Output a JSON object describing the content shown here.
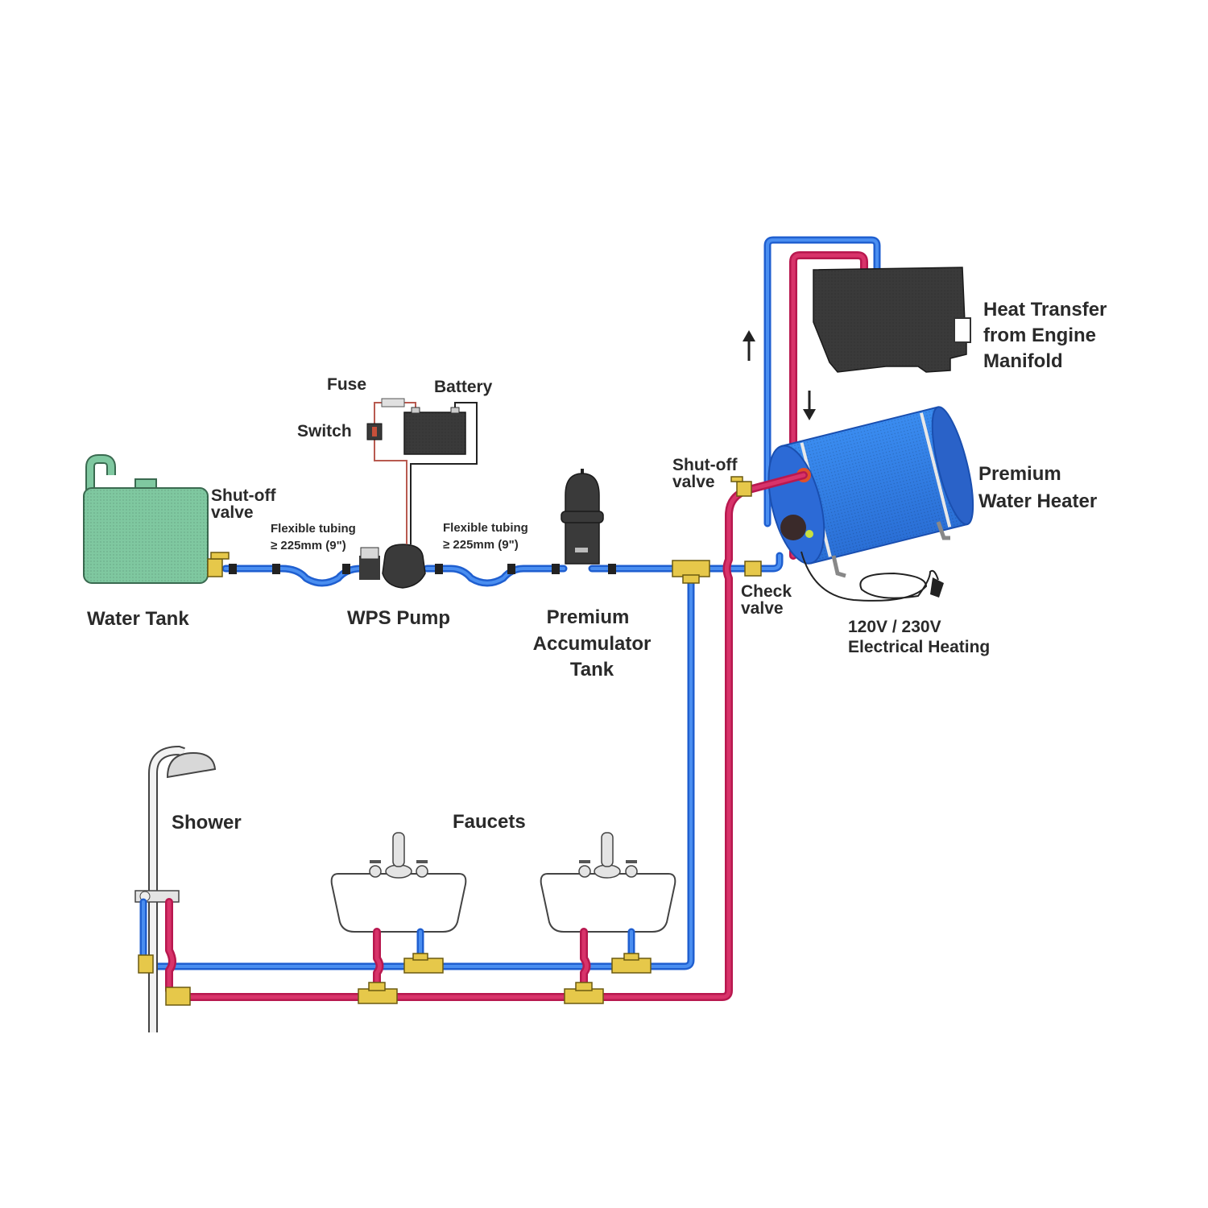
{
  "diagram": {
    "title": "Marine water system plumbing diagram",
    "colors": {
      "cold_line": "#1f5fd0",
      "hot_line": "#b8184f",
      "fitting": "#e6c84a",
      "water_tank": "#7fc8a0",
      "heater": "#2f7be0",
      "engine": "#4a4a4a"
    },
    "components": {
      "water_tank": {
        "label": "Water Tank"
      },
      "tank_valve": {
        "label_line1": "Shut-off",
        "label_line2": "valve"
      },
      "tubing_left": {
        "label_line1": "Flexible tubing",
        "label_line2": "≥ 225mm (9\")"
      },
      "tubing_right": {
        "label_line1": "Flexible tubing",
        "label_line2": "≥ 225mm (9\")"
      },
      "pump": {
        "label": "WPS Pump"
      },
      "fuse": {
        "label": "Fuse"
      },
      "battery": {
        "label": "Battery"
      },
      "switch": {
        "label": "Switch"
      },
      "accumulator": {
        "label_line1": "Premium",
        "label_line2": "Accumulator",
        "label_line3": "Tank"
      },
      "heater_valve": {
        "label_line1": "Shut-off",
        "label_line2": "valve"
      },
      "check_valve": {
        "label_line1": "Check",
        "label_line2": "valve"
      },
      "water_heater": {
        "label_line1": "Premium",
        "label_line2": "Water Heater"
      },
      "engine": {
        "label_line1": "Heat Transfer",
        "label_line2": "from Engine",
        "label_line3": "Manifold"
      },
      "electrical": {
        "label_line1": "120V / 230V",
        "label_line2": "Electrical Heating"
      },
      "shower": {
        "label": "Shower"
      },
      "faucets": {
        "label": "Faucets"
      }
    },
    "flow_arrows": [
      "up-arrow",
      "down-arrow"
    ]
  }
}
